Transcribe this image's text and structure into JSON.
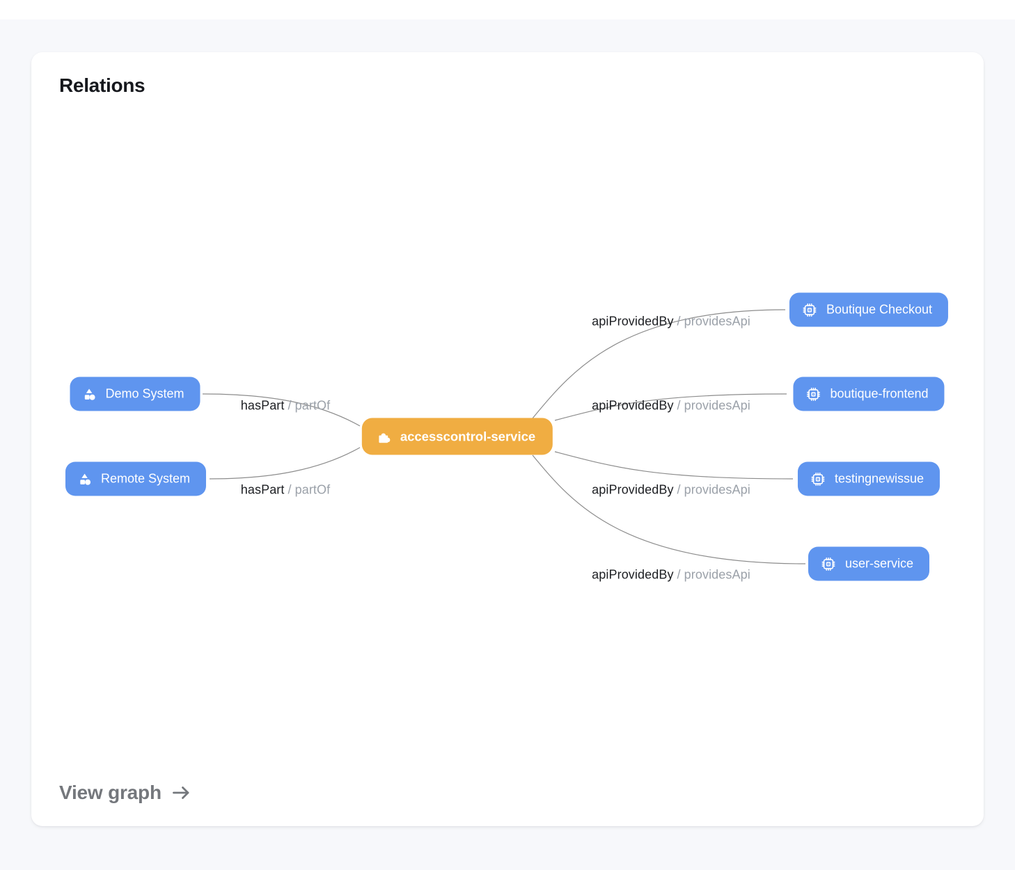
{
  "card": {
    "title": "Relations",
    "view_graph_label": "View graph"
  },
  "colors": {
    "node_blue": "#5f95ef",
    "node_orange": "#f0ad42",
    "edge_line": "#8c8c8c",
    "edge_label_primary": "#1c1e22",
    "edge_label_secondary": "#9ba1a9",
    "card_background": "#ffffff",
    "page_background": "#f7f8fb"
  },
  "graph": {
    "center_node": {
      "label": "accesscontrol-service",
      "icon": "puzzle-icon"
    },
    "left_nodes": [
      {
        "label": "Demo System",
        "icon": "system-shapes-icon"
      },
      {
        "label": "Remote System",
        "icon": "system-shapes-icon"
      }
    ],
    "right_nodes": [
      {
        "label": "Boutique Checkout",
        "icon": "api-chip-icon"
      },
      {
        "label": "boutique-frontend",
        "icon": "api-chip-icon"
      },
      {
        "label": "testingnewissue",
        "icon": "api-chip-icon"
      },
      {
        "label": "user-service",
        "icon": "api-chip-icon"
      }
    ],
    "left_edge_labels": [
      {
        "forward": "hasPart",
        "separator": "/",
        "reverse": "partOf"
      },
      {
        "forward": "hasPart",
        "separator": "/",
        "reverse": "partOf"
      }
    ],
    "right_edge_labels": [
      {
        "forward": "apiProvidedBy",
        "separator": "/",
        "reverse": "providesApi"
      },
      {
        "forward": "apiProvidedBy",
        "separator": "/",
        "reverse": "providesApi"
      },
      {
        "forward": "apiProvidedBy",
        "separator": "/",
        "reverse": "providesApi"
      },
      {
        "forward": "apiProvidedBy",
        "separator": "/",
        "reverse": "providesApi"
      }
    ]
  }
}
